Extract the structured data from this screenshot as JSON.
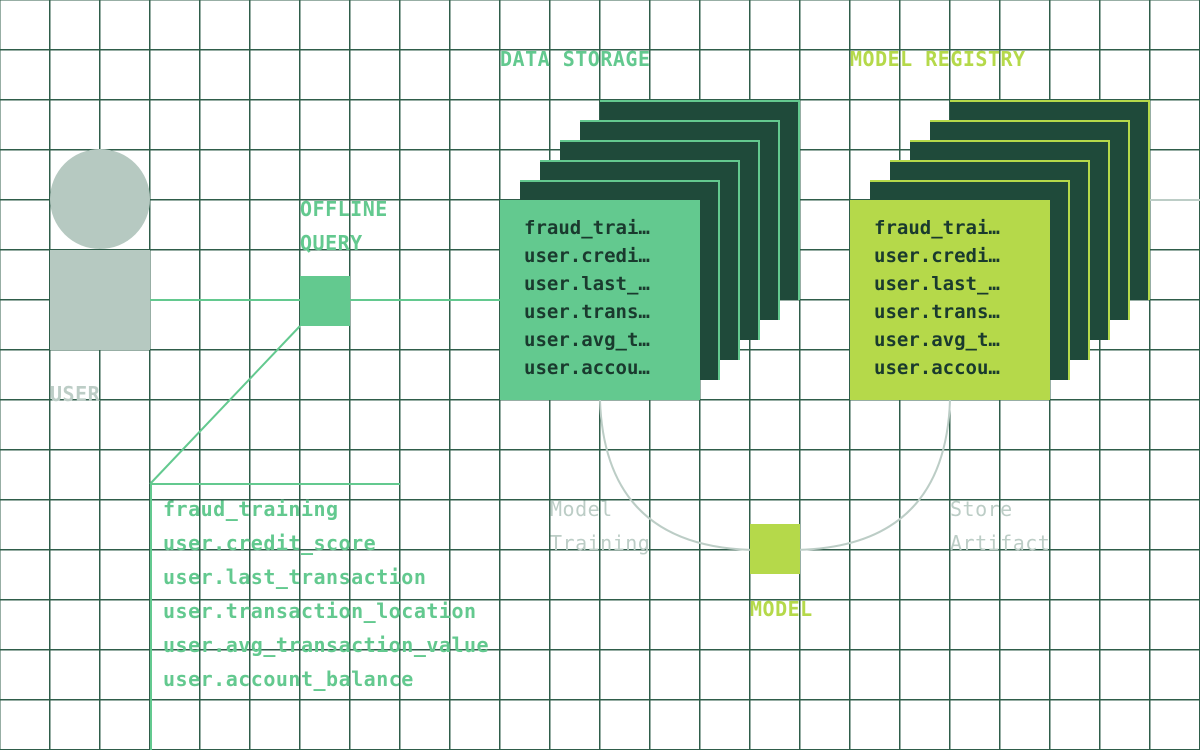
{
  "user": {
    "label": "USER"
  },
  "offline_query": {
    "line1": "OFFLINE",
    "line2": "QUERY"
  },
  "data_storage": {
    "title": "DATA STORAGE",
    "items": [
      "fraud_trai…",
      "user.credi…",
      "user.last_…",
      "user.trans…",
      "user.avg_t…",
      "user.accou…"
    ]
  },
  "model_registry": {
    "title": "MODEL REGISTRY",
    "items": [
      "fraud_trai…",
      "user.credi…",
      "user.last_…",
      "user.trans…",
      "user.avg_t…",
      "user.accou…"
    ]
  },
  "features": [
    "fraud_training",
    "user.credit_score",
    "user.last_transaction",
    "user.transaction_location",
    "user.avg_transaction_value",
    "user.account_balance"
  ],
  "model_training": {
    "line1": "Model",
    "line2": "Training"
  },
  "store_artifact": {
    "line1": "Store",
    "line2": "Artifact"
  },
  "model": {
    "label": "MODEL"
  },
  "colors": {
    "green": "#63c98f",
    "lime": "#b5d94a",
    "dark": "#1f4a3a",
    "gray": "#b6c9c1",
    "grid": "#2f5d4a"
  }
}
